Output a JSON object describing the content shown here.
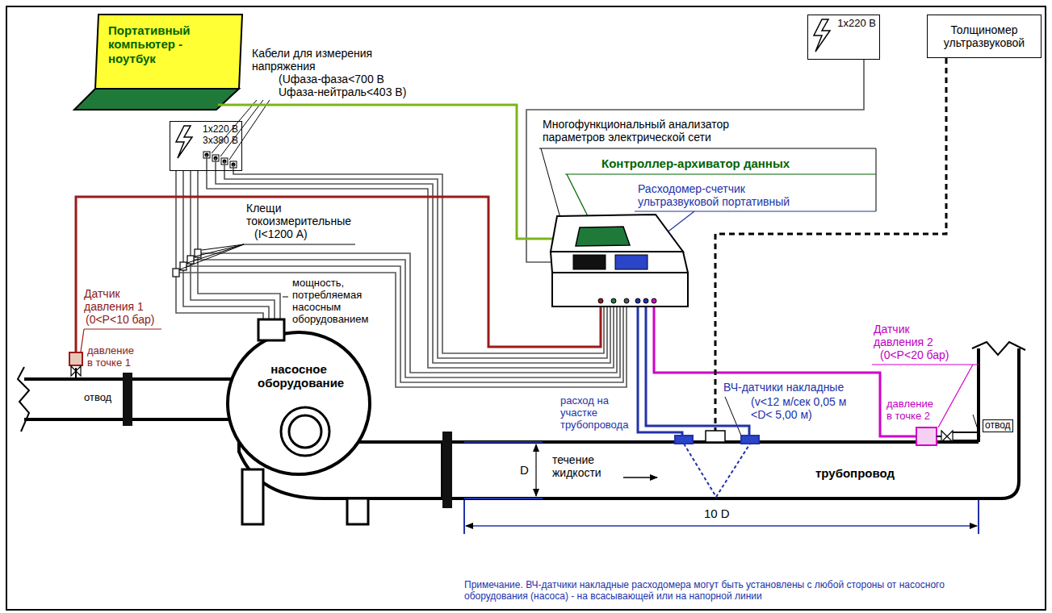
{
  "diagram": {
    "nodes": [
      {
        "text": [
          "Портативный компьютер - ноутбук"
        ]
      },
      {
        "text": [
          "1x220 В"
        ]
      },
      {
        "text": [
          "Толщиномер ультразвуковой"
        ]
      },
      {
        "text": [
          "1x220 В 3x380 В"
        ]
      },
      {
        "text": [
          "насосное оборудование"
        ]
      }
    ],
    "labels": [
      "Кабели для измерения напряжения",
      "(Uфаза-фаза<700 В Uфаза-нейтраль<403 В)",
      "Многофункциональный анализатор параметров электрической сети",
      "Контроллер-архиватор данных",
      "Расходомер-счетчик ультразвуковой портативный",
      "Клещи токоизмерительные",
      "(I<1200 А)",
      "Датчик давления 1",
      "(0<P<10 бар)",
      "давление в точке 1",
      "мощность, потребляемая насосным оборудованием",
      "отвод",
      "Датчик давления 2",
      "(0<P<20 бар)",
      "давление в точке 2",
      "отвод",
      "расход на участке трубопровода",
      "ВЧ-датчики накладные",
      "(v<12 м/сек 0,05 м <D< 5,00 м)",
      "D",
      "течение жидкости",
      "трубопровод",
      "10 D",
      "Примечание. ВЧ-датчики накладные расходомера могут быть установлены с любой стороны от насосного оборудования (насоса) - на всасывающей или на напорной линии"
    ]
  }
}
